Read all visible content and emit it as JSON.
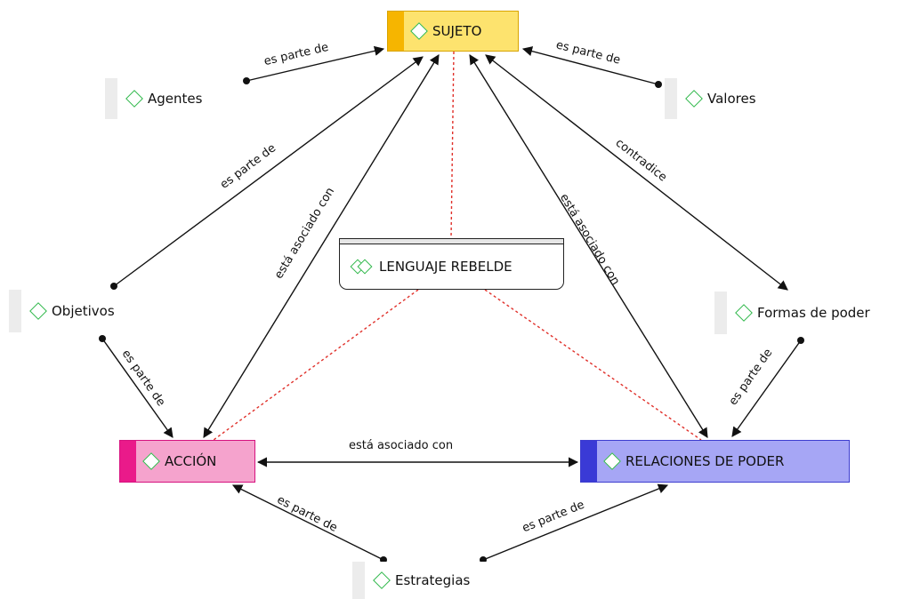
{
  "nodes": {
    "sujeto": "SUJETO",
    "agentes": "Agentes",
    "valores": "Valores",
    "objetivos": "Objetivos",
    "formas": "Formas de poder",
    "lenguaje": "LENGUAJE REBELDE",
    "accion": "ACCIÓN",
    "relaciones": "RELACIONES DE PODER",
    "estrategias": "Estrategias"
  },
  "edge_labels": {
    "agentes_sujeto": "es parte de",
    "valores_sujeto": "es parte de",
    "objetivos_sujeto": "es parte de",
    "accion_sujeto": "está asociado con",
    "relaciones_sujeto": "está asociado con",
    "sujeto_formas": "contradice",
    "objetivos_accion": "es parte de",
    "formas_relaciones": "es parte de",
    "accion_relaciones": "está asociado con",
    "estrategias_accion": "es parte de",
    "estrategias_relaciones": "es parte de"
  },
  "colors": {
    "sujeto_fill": "#fde36e",
    "accion_fill": "#f5a3cd",
    "relaciones_fill": "#a6a6f5",
    "icon": "#2fb84a",
    "dotted_link": "#e0302a"
  }
}
